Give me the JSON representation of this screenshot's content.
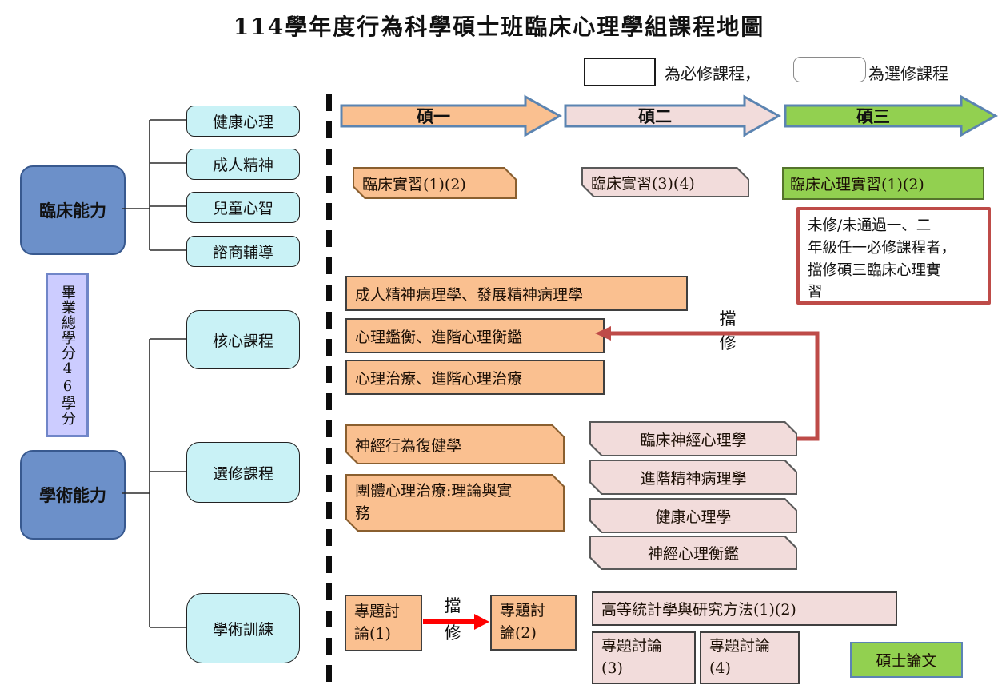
{
  "title": "114學年度行為科學碩士班臨床心理學組課程地圖",
  "legend": {
    "required": "為必修課程，",
    "elective": "為選修課程"
  },
  "years": {
    "y1": "碩一",
    "y2": "碩二",
    "y3": "碩三"
  },
  "tree": {
    "clinical": "臨床能力",
    "clinical_children": [
      "健康心理",
      "成人精神",
      "兒童心智",
      "諮商輔導"
    ],
    "credits": "畢業總學分46學分",
    "academic": "學術能力",
    "academic_children": [
      "核心課程",
      "選修課程",
      "學術訓練"
    ]
  },
  "courses": {
    "internship12": "臨床實習(1)(2)",
    "psychopathology": "成人精神病理學、發展精神病理學",
    "assessment": "心理鑑衡、進階心理衡鑑",
    "therapy": "心理治療、進階心理治療",
    "neuro_rehab": "神經行為復健學",
    "group_therapy": "團體心理治療:理論與實\n務",
    "seminar1": "專題討\n論(1)",
    "seminar2": "專題討\n論(2)",
    "internship34": "臨床實習(3)(4)",
    "clinical_neuro": "臨床神經心理學",
    "adv_psychopathology": "進階精神病理學",
    "health_psych": "健康心理學",
    "neuro_assessment": "神經心理衡鑑",
    "adv_stats": "高等統計學與研究方法(1)(2)",
    "seminar3": "專題討論\n(3)",
    "seminar4": "專題討論\n(4)",
    "clinical_internship3": "臨床心理實習(1)(2)",
    "prereq_note": "未修/未通過一、二\n年級任一必修課程者，\n擋修碩三臨床心理實\n習",
    "thesis": "碩士論文"
  },
  "connectors": {
    "blocking_label": "擋修"
  },
  "colors": {
    "orange_fill": "#FAC090",
    "pink_fill": "#F2DCDB",
    "green_fill": "#92D050",
    "blue_fill": "#6C90C9",
    "cyan_fill": "#C9F2F6",
    "lavender_fill": "#CCCCFF",
    "arrow_border": "#5B84B1",
    "block_red": "#BE4B48",
    "bright_red": "#FF0000"
  }
}
